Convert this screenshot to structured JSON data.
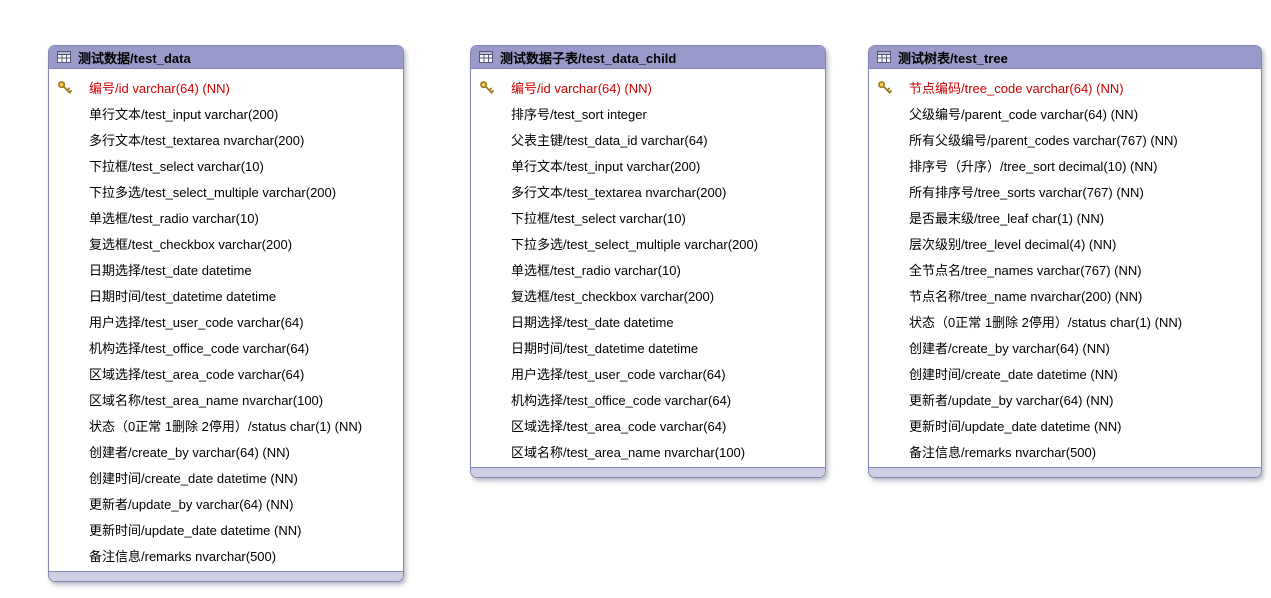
{
  "diagram": {
    "colors": {
      "header_bg": "#9a9aca",
      "border": "#8585b5",
      "footer_bg": "#d0d0e4",
      "primary_key_text": "#d00000",
      "field_text": "#000000",
      "key_icon_gold": "#c9a227"
    },
    "tables": [
      {
        "name": "test_data",
        "title": "测试数据/test_data",
        "fields": [
          {
            "text": "编号/id varchar(64) (NN)",
            "pk": true
          },
          {
            "text": "单行文本/test_input varchar(200)",
            "pk": false
          },
          {
            "text": "多行文本/test_textarea nvarchar(200)",
            "pk": false
          },
          {
            "text": "下拉框/test_select varchar(10)",
            "pk": false
          },
          {
            "text": "下拉多选/test_select_multiple varchar(200)",
            "pk": false
          },
          {
            "text": "单选框/test_radio varchar(10)",
            "pk": false
          },
          {
            "text": "复选框/test_checkbox varchar(200)",
            "pk": false
          },
          {
            "text": "日期选择/test_date datetime",
            "pk": false
          },
          {
            "text": "日期时间/test_datetime datetime",
            "pk": false
          },
          {
            "text": "用户选择/test_user_code varchar(64)",
            "pk": false
          },
          {
            "text": "机构选择/test_office_code varchar(64)",
            "pk": false
          },
          {
            "text": "区域选择/test_area_code varchar(64)",
            "pk": false
          },
          {
            "text": "区域名称/test_area_name nvarchar(100)",
            "pk": false
          },
          {
            "text": "状态（0正常 1删除 2停用）/status char(1) (NN)",
            "pk": false
          },
          {
            "text": "创建者/create_by varchar(64) (NN)",
            "pk": false
          },
          {
            "text": "创建时间/create_date datetime (NN)",
            "pk": false
          },
          {
            "text": "更新者/update_by varchar(64) (NN)",
            "pk": false
          },
          {
            "text": "更新时间/update_date datetime (NN)",
            "pk": false
          },
          {
            "text": "备注信息/remarks nvarchar(500)",
            "pk": false
          }
        ]
      },
      {
        "name": "test_data_child",
        "title": "测试数据子表/test_data_child",
        "fields": [
          {
            "text": "编号/id varchar(64) (NN)",
            "pk": true
          },
          {
            "text": "排序号/test_sort integer",
            "pk": false
          },
          {
            "text": "父表主键/test_data_id varchar(64)",
            "pk": false
          },
          {
            "text": "单行文本/test_input varchar(200)",
            "pk": false
          },
          {
            "text": "多行文本/test_textarea nvarchar(200)",
            "pk": false
          },
          {
            "text": "下拉框/test_select varchar(10)",
            "pk": false
          },
          {
            "text": "下拉多选/test_select_multiple varchar(200)",
            "pk": false
          },
          {
            "text": "单选框/test_radio varchar(10)",
            "pk": false
          },
          {
            "text": "复选框/test_checkbox varchar(200)",
            "pk": false
          },
          {
            "text": "日期选择/test_date datetime",
            "pk": false
          },
          {
            "text": "日期时间/test_datetime datetime",
            "pk": false
          },
          {
            "text": "用户选择/test_user_code varchar(64)",
            "pk": false
          },
          {
            "text": "机构选择/test_office_code varchar(64)",
            "pk": false
          },
          {
            "text": "区域选择/test_area_code varchar(64)",
            "pk": false
          },
          {
            "text": "区域名称/test_area_name nvarchar(100)",
            "pk": false
          }
        ]
      },
      {
        "name": "test_tree",
        "title": "测试树表/test_tree",
        "fields": [
          {
            "text": "节点编码/tree_code varchar(64) (NN)",
            "pk": true
          },
          {
            "text": "父级编号/parent_code varchar(64) (NN)",
            "pk": false
          },
          {
            "text": "所有父级编号/parent_codes varchar(767) (NN)",
            "pk": false
          },
          {
            "text": "排序号（升序）/tree_sort decimal(10) (NN)",
            "pk": false
          },
          {
            "text": "所有排序号/tree_sorts varchar(767) (NN)",
            "pk": false
          },
          {
            "text": "是否最末级/tree_leaf char(1) (NN)",
            "pk": false
          },
          {
            "text": "层次级别/tree_level decimal(4) (NN)",
            "pk": false
          },
          {
            "text": "全节点名/tree_names varchar(767) (NN)",
            "pk": false
          },
          {
            "text": "节点名称/tree_name nvarchar(200) (NN)",
            "pk": false
          },
          {
            "text": "状态（0正常 1删除 2停用）/status char(1) (NN)",
            "pk": false
          },
          {
            "text": "创建者/create_by varchar(64) (NN)",
            "pk": false
          },
          {
            "text": "创建时间/create_date datetime (NN)",
            "pk": false
          },
          {
            "text": "更新者/update_by varchar(64) (NN)",
            "pk": false
          },
          {
            "text": "更新时间/update_date datetime (NN)",
            "pk": false
          },
          {
            "text": "备注信息/remarks nvarchar(500)",
            "pk": false
          }
        ]
      }
    ]
  }
}
